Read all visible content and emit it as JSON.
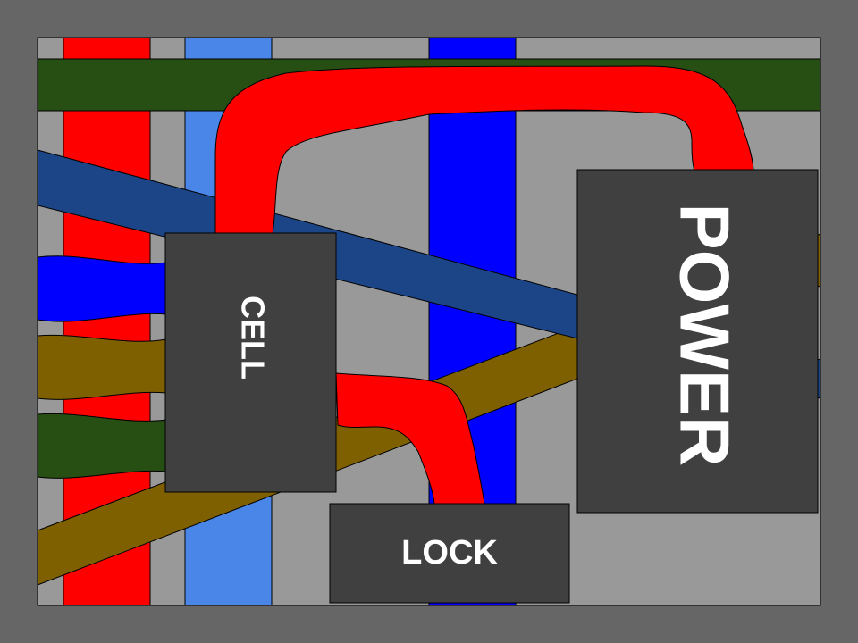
{
  "game": {
    "components": {
      "cell": {
        "label": "CELL"
      },
      "power": {
        "label": "POWER"
      },
      "lock": {
        "label": "LOCK"
      }
    },
    "colors": {
      "frame": "#666666",
      "board": "#999999",
      "component": "#404040",
      "label": "#ffffff",
      "wire_red": "#ff0000",
      "wire_blue": "#0000ff",
      "wire_light_blue": "#4a86e8",
      "wire_navy": "#1c4587",
      "wire_green": "#274e13",
      "wire_olive": "#7f6000"
    }
  }
}
